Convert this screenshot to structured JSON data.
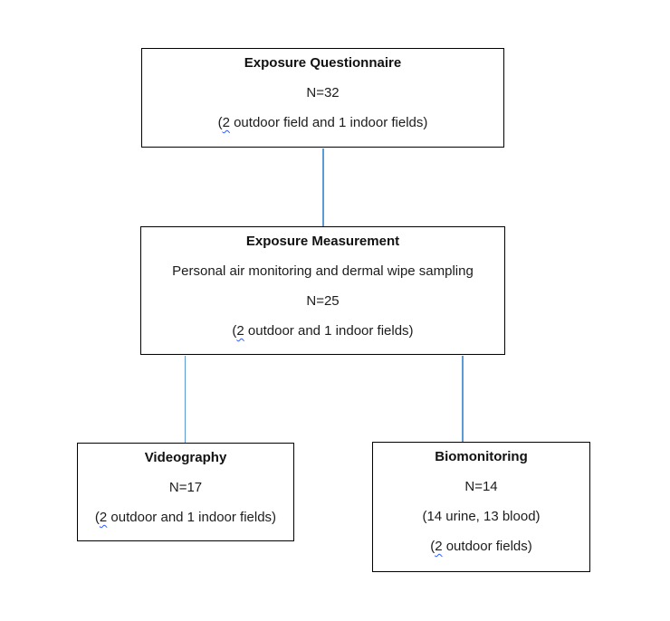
{
  "diagram": {
    "connector_color": "#5B9BD5",
    "border_color": "#000000",
    "wavy_underline_color": "#2d5bff",
    "nodes": {
      "questionnaire": {
        "title": "Exposure Questionnaire",
        "n": "N=32",
        "detail": {
          "pre": "(",
          "wavy": "2",
          "post": " outdoor field and 1 indoor fields)"
        }
      },
      "measurement": {
        "title": "Exposure Measurement",
        "subtitle": "Personal air monitoring and dermal wipe sampling",
        "n": "N=25",
        "detail": {
          "pre": "(",
          "wavy": "2",
          "post": " outdoor and 1 indoor fields)"
        }
      },
      "videography": {
        "title": "Videography",
        "n": "N=17",
        "detail": {
          "pre": "(",
          "wavy": "2",
          "post": " outdoor and 1 indoor fields)"
        }
      },
      "biomonitoring": {
        "title": "Biomonitoring",
        "n": "N=14",
        "samples": "(14 urine, 13 blood)",
        "detail": {
          "pre": "(",
          "wavy": "2",
          "post": " outdoor fields)"
        }
      }
    }
  }
}
